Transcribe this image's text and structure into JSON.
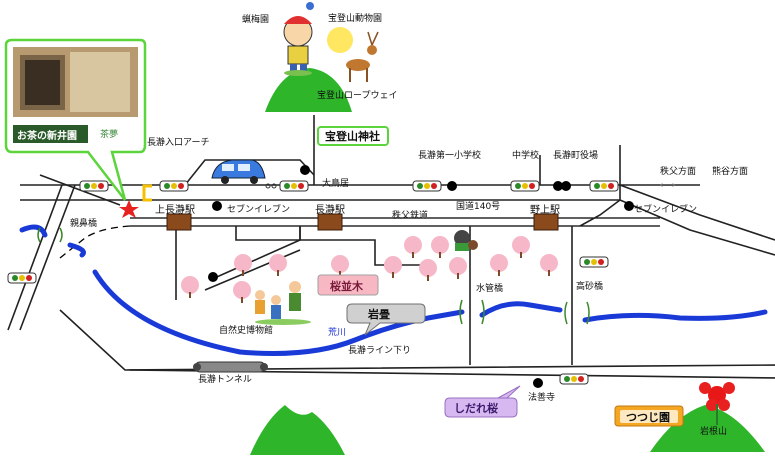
{
  "labels": {
    "zoo": "宝登山動物園",
    "rouba": "蝋梅園",
    "ropeway": "宝登山ロープウェイ",
    "shrine": "宝登山神社",
    "arch": "長瀞入口アーチ",
    "shop_sign": "お茶の新井園",
    "shop_sign_small": "茶夢",
    "elementary": "長瀞第一小学校",
    "junior_high": "中学校",
    "town_office": "長瀞町役場",
    "dir_chichibu": "秩父方面",
    "dir_kumagaya": "熊谷方面",
    "ootorii": "大鳥居",
    "kaminagatoro_sta": "上長瀞駅",
    "seven_eleven_1": "セブンイレブン",
    "nagatoro_sta": "長瀞駅",
    "chichibu_railway": "秩父鉄道",
    "route140": "国道140号",
    "nogami_sta": "野上駅",
    "seven_eleven_2": "セブンイレブン",
    "oyahana_bridge": "親鼻橋",
    "sakura_namiki": "桜並木",
    "iwadatami": "岩畳",
    "suikan_bridge": "水管橋",
    "takasago_bridge": "高砂橋",
    "museum": "自然史博物館",
    "arakawa": "荒川",
    "line_kudari": "長瀞ライン下り",
    "tunnel": "長瀞トンネル",
    "shidarezakura": "しだれ桜",
    "hozenji": "法善寺",
    "tsutsuji": "つつじ園",
    "iwaneyama": "岩根山",
    "direction_arrows": "⇐⇒"
  },
  "colors": {
    "river": "#1a3ad8",
    "road": "#222222",
    "railway": "#000000",
    "mountain": "#2fb52a",
    "station": "#8b4a1c",
    "accent_green": "#5cd43c",
    "pink_box": "#f7b8c4",
    "purple_box": "#c7a3e8",
    "orange_box": "#f5a623"
  },
  "icons": [
    "traffic-light-icon",
    "star-marker-icon",
    "cherry-tree-icon",
    "car-icon",
    "hiker-icon",
    "deer-icon",
    "azalea-flower-icon",
    "boat-icon"
  ]
}
